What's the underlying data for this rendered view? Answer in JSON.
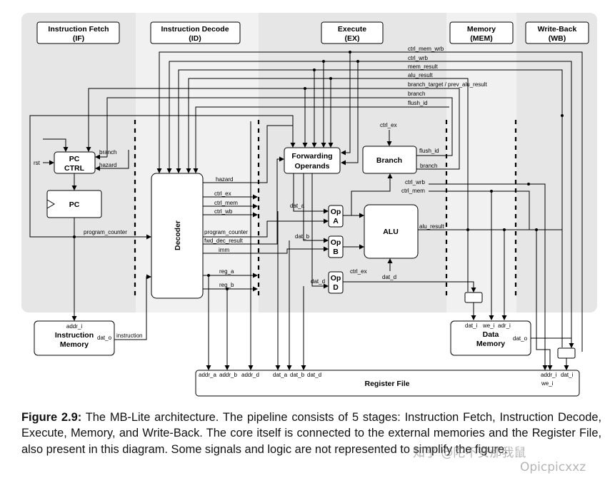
{
  "stages": [
    {
      "id": "if",
      "label": "Instruction Fetch",
      "abbr": "(IF)"
    },
    {
      "id": "id",
      "label": "Instruction Decode",
      "abbr": "(ID)"
    },
    {
      "id": "ex",
      "label": "Execute",
      "abbr": "(EX)"
    },
    {
      "id": "mem",
      "label": "Memory",
      "abbr": "(MEM)"
    },
    {
      "id": "wb",
      "label": "Write-Back",
      "abbr": "(WB)"
    }
  ],
  "blocks": {
    "pc_ctrl": [
      "PC",
      "CTRL"
    ],
    "pc": "PC",
    "decoder": "Decoder",
    "forwarding": [
      "Forwarding",
      "Operands"
    ],
    "branch": "Branch",
    "alu": "ALU",
    "op_a": [
      "Op",
      "A"
    ],
    "op_b": [
      "Op",
      "B"
    ],
    "op_d": [
      "Op",
      "D"
    ],
    "instruction_memory": [
      "Instruction",
      "Memory"
    ],
    "data_memory": [
      "Data",
      "Memory"
    ],
    "register_file": "Register File"
  },
  "signals": {
    "top_bus": [
      "ctrl_mem_wrb",
      "ctrl_wrb",
      "mem_result",
      "alu_result",
      "branch_target / prev_alu_result",
      "branch",
      "flush_id"
    ],
    "rst": "rst",
    "pc_branch": "branch",
    "pc_hazard": "hazard",
    "program_counter": "program_counter",
    "addr_i": "addr_i",
    "dat_o": "dat_o",
    "instruction": "instruction",
    "dec_hazard": "hazard",
    "dec_ctrl_ex": "ctrl_ex",
    "dec_ctrl_mem": "ctrl_mem",
    "dec_ctrl_wb": "ctrl_wb",
    "dec_program_counter": "program_counter",
    "dec_fwd": "fwd_dec_result",
    "dec_imm": "imm",
    "dec_reg_a": "reg_a",
    "dec_reg_b": "reg_b",
    "dat_a": "dat_a",
    "dat_b": "dat_b",
    "dat_d": "dat_d",
    "ctrl_ex_top": "ctrl_ex",
    "flush_id": "flush_id",
    "branch_out": "branch",
    "ctrl_wrb": "ctrl_wrb",
    "ctrl_mem": "ctrl_mem",
    "alu_result": "alu_result",
    "ctrl_ex_alu": "ctrl_ex",
    "dat_d_alu": "dat_d",
    "dm_dat_i": "dat_i",
    "dm_we_i": "we_i",
    "dm_adr_i": "adr_i",
    "dm_dat_o": "dat_o",
    "rf_addr_a": "addr_a",
    "rf_addr_b": "addr_b",
    "rf_addr_d": "addr_d",
    "rf_dat_a": "dat_a",
    "rf_dat_b": "dat_b",
    "rf_dat_d": "dat_d",
    "rf_addr_i": "addr_i",
    "rf_dat_i": "dat_i",
    "rf_we_i": "we_i"
  },
  "caption": {
    "label": "Figure 2.9:",
    "text": " The MB-Lite architecture. The pipeline consists of 5 stages: Instruction Fetch, Instruction Decode, Execute, Memory, and Write-Back.  The core itself is connected to the external memories and the Register File, also present in this diagram.  Some signals and logic are not represented to simplify the figure."
  },
  "watermark": [
    "知乎 @陀不安那我鼠",
    "Opicpicxxz"
  ]
}
